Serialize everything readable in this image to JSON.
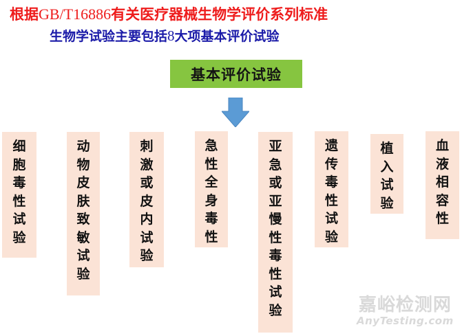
{
  "header": {
    "title_prefix": "根据",
    "title_standard": "GB/T16886",
    "title_suffix": "有关医疗器械生物学评价系列标准",
    "subtitle_prefix": "生物学试验主要包括",
    "subtitle_number": "8",
    "subtitle_suffix": "大项基本评价试验",
    "title_color": "#ee1c1c",
    "subtitle_color": "#1a1aa8"
  },
  "root": {
    "label": "基本评价试验",
    "color": "#86c540"
  },
  "arrow": {
    "icon": "down-arrow-icon",
    "color": "#5b9bd5"
  },
  "tests": [
    {
      "label": "细胞毒性试验",
      "chars": [
        "细",
        "胞",
        "毒",
        "性",
        "试",
        "验"
      ]
    },
    {
      "label": "动物皮肤致敏试验",
      "chars": [
        "动",
        "物",
        "皮",
        "肤",
        "致",
        "敏",
        "试",
        "验"
      ]
    },
    {
      "label": "刺激或皮内试验",
      "chars": [
        "刺",
        "激",
        "或",
        "皮",
        "内",
        "试",
        "验"
      ]
    },
    {
      "label": "急性全身毒性",
      "chars": [
        "急",
        "性",
        "全",
        "身",
        "毒",
        "性"
      ]
    },
    {
      "label": "亚急或亚慢性毒性试验",
      "chars": [
        "亚",
        "急",
        "或",
        "亚",
        "慢",
        "性",
        "毒",
        "性",
        "试",
        "验"
      ]
    },
    {
      "label": "遗传毒性试验",
      "chars": [
        "遗",
        "传",
        "毒",
        "性",
        "试",
        "验"
      ]
    },
    {
      "label": "植入试验",
      "chars": [
        "植",
        "入",
        "试",
        "验"
      ]
    },
    {
      "label": "血液相容性",
      "chars": [
        "血",
        "液",
        "相",
        "容",
        "性"
      ]
    }
  ],
  "box_color": "#fbe3d6",
  "watermark": {
    "cn": "嘉峪检测网",
    "en": "AnyTesting.com"
  }
}
